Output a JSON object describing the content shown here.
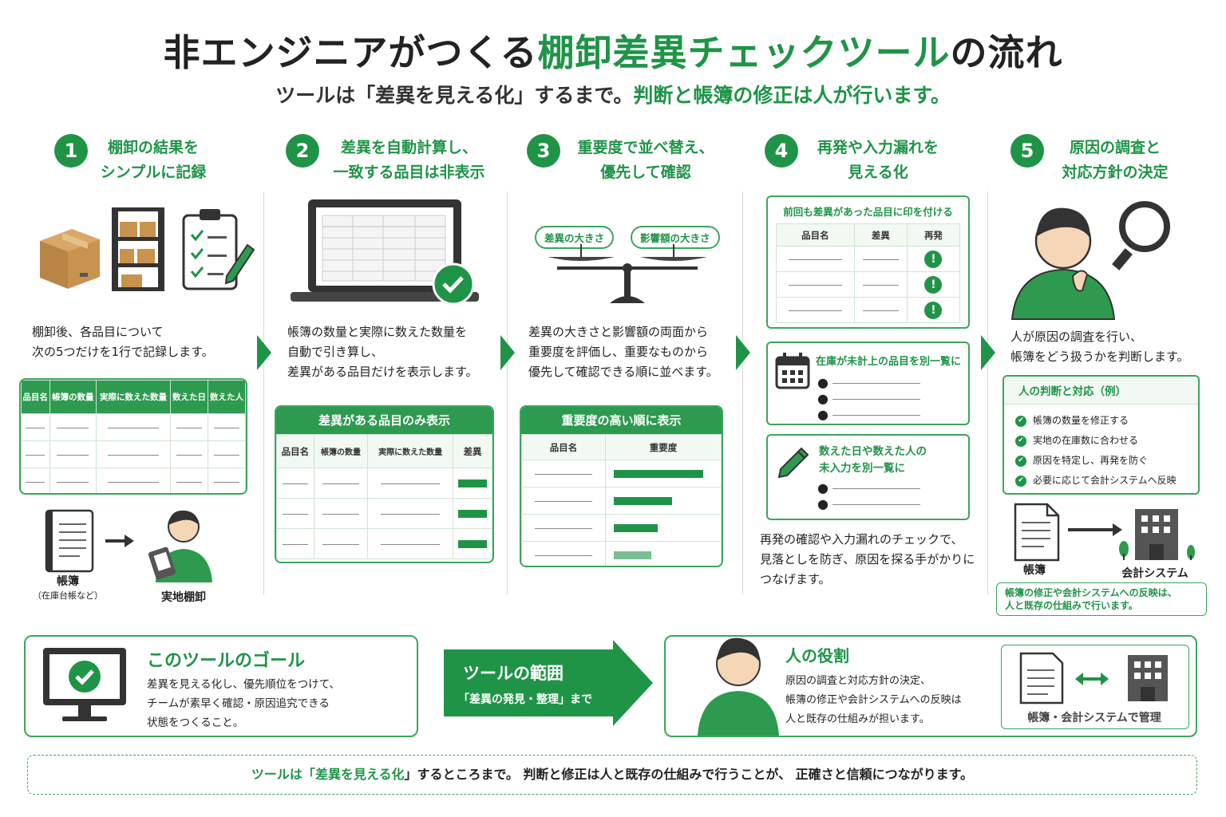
{
  "header": {
    "title_a": "非エンジニアがつくる",
    "title_b": "棚卸差異チェックツール",
    "title_c": "の流れ",
    "subtitle_a": "ツールは「差異を見える化」するまで。",
    "subtitle_b": "判断と帳簿の修正は人が行います。"
  },
  "steps": [
    {
      "num": "1",
      "title1": "棚卸の結果を",
      "title2": "シンプルに記録",
      "desc1": "棚卸後、各品目について",
      "desc2": "次の5つだけを1行で記録します。",
      "cols": [
        "品目名",
        "帳簿の数量",
        "実際に数えた数量",
        "数えた日",
        "数えた人"
      ],
      "ledger_label": "帳簿",
      "ledger_sub": "（在庫台帳など）",
      "actual_label": "実地棚卸"
    },
    {
      "num": "2",
      "title1": "差異を自動計算し、",
      "title2": "一致する品目は非表示",
      "desc1": "帳簿の数量と実際に数えた数量を",
      "desc2": "自動で引き算し、",
      "desc3": "差異がある品目だけを表示します。",
      "box_title": "差異がある品目のみ表示",
      "cols": [
        "品目名",
        "帳簿の数量",
        "実際に数えた数量",
        "差異"
      ]
    },
    {
      "num": "3",
      "title1": "重要度で並べ替え、",
      "title2": "優先して確認",
      "pill_left": "差異の大きさ",
      "pill_right": "影響額の大きさ",
      "desc1": "差異の大きさと影響額の両面から",
      "desc2": "重要度を評価し、重要なものから",
      "desc3": "優先して確認できる順に並べます。",
      "box_title": "重要度の高い順に表示",
      "cols": [
        "品目名",
        "重要度"
      ],
      "importance": [
        0.95,
        0.62,
        0.47,
        0.4
      ]
    },
    {
      "num": "4",
      "title1": "再発や入力漏れを",
      "title2": "見える化",
      "box1_title": "前回も差異があった品目に印を付ける",
      "cols": [
        "品目名",
        "差異",
        "再発"
      ],
      "box2_title": "在庫が未計上の品目を別一覧に",
      "box3_title1": "数えた日や数えた人の",
      "box3_title2": "未入力を別一覧に",
      "desc1": "再発の確認や入力漏れのチェックで、",
      "desc2": "見落としを防ぎ、原因を探る手がかりに",
      "desc3": "つなげます。"
    },
    {
      "num": "5",
      "title1": "原因の調査と",
      "title2": "対応方針の決定",
      "desc1": "人が原因の調査を行い、",
      "desc2": "帳簿をどう扱うかを判断します。",
      "box_title": "人の判断と対応（例）",
      "items": [
        "帳簿の数量を修正する",
        "実地の在庫数に合わせる",
        "原因を特定し、再発を防ぐ",
        "必要に応じて会計システムへ反映"
      ],
      "ledger_label": "帳簿",
      "system_label": "会計システム",
      "note1": "帳簿の修正や会計システムへの反映は、",
      "note2": "人と既存の仕組みで行います。"
    }
  ],
  "goal": {
    "title": "このツールのゴール",
    "line1": "差異を見える化し、優先順位をつけて、",
    "line2": "チームが素早く確認・原因追究できる",
    "line3": "状態をつくること。"
  },
  "scope": {
    "title": "ツールの範囲",
    "sub": "「差異の発見・整理」まで"
  },
  "role": {
    "title": "人の役割",
    "line1": "原因の調査と対応方針の決定、",
    "line2": "帳簿の修正や会計システムへの反映は",
    "line3": "人と既存の仕組みが担います。",
    "manage": "帳簿・会計システムで管理"
  },
  "footer": {
    "a": "ツールは「",
    "b": "差異を見える化",
    "c": "」するところまで。 判断と修正は人と既存の仕組みで行うことが、 正確さと信頼につながります。"
  },
  "colors": {
    "accent": "#1f9447",
    "accent_light": "#3ba55c",
    "line": "#d8d8d8"
  }
}
